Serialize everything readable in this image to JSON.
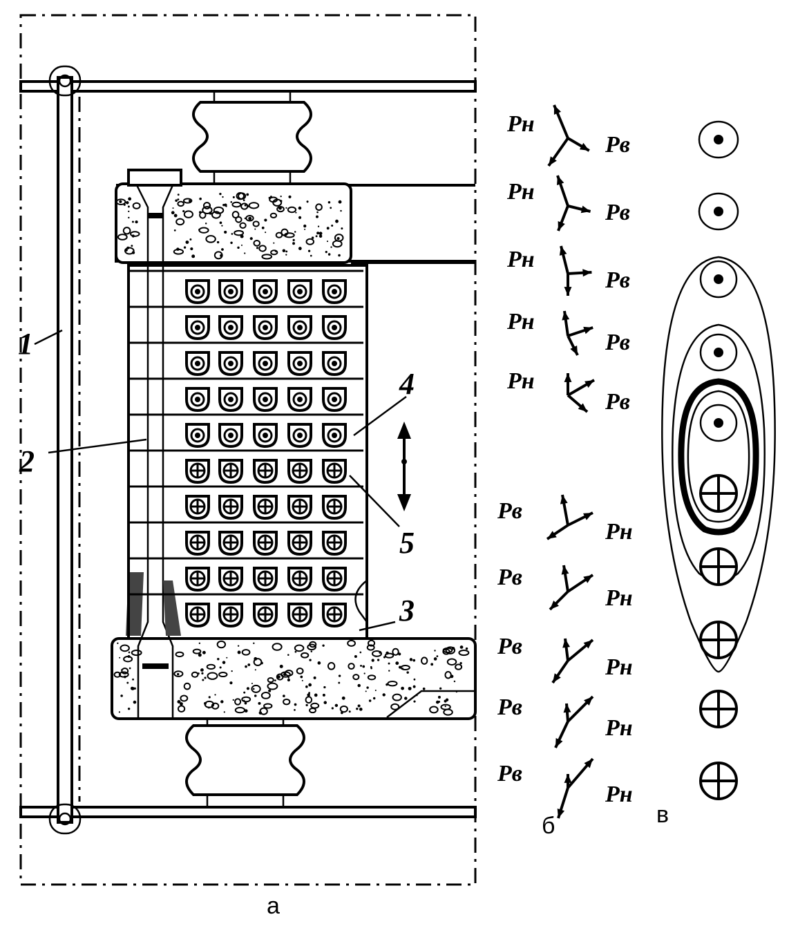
{
  "labels": {
    "part1": "1",
    "part2": "2",
    "part3": "3",
    "part4": "4",
    "part5": "5",
    "pn": "Pн",
    "pv": "Pв",
    "cap_a": "а",
    "cap_b": "б",
    "cap_v": "в"
  },
  "stack": {
    "rows": 10,
    "cols": 5,
    "open_rows": 5,
    "cross_rows": 5
  },
  "vectors": [
    {
      "row": 1,
      "left": "Pн",
      "right": "Pв"
    },
    {
      "row": 2,
      "left": "Pн",
      "right": "Pв"
    },
    {
      "row": 3,
      "left": "Pн",
      "right": "Pв"
    },
    {
      "row": 4,
      "left": "Pн",
      "right": "Pв"
    },
    {
      "row": 5,
      "left": "Pн",
      "right": "Pв"
    },
    {
      "row": 6,
      "left": "Pв",
      "right": "Pн"
    },
    {
      "row": 7,
      "left": "Pв",
      "right": "Pн"
    },
    {
      "row": 8,
      "left": "Pв",
      "right": "Pн"
    },
    {
      "row": 9,
      "left": "Pв",
      "right": "Pн"
    },
    {
      "row": 10,
      "left": "Pв",
      "right": "Pн"
    }
  ],
  "colors": {
    "ink": "#000000",
    "paper": "#ffffff"
  }
}
